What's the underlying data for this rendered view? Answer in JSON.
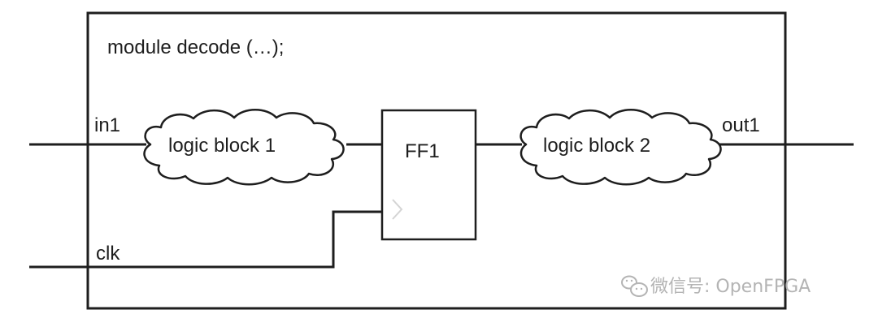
{
  "module": {
    "title": "module decode (…);"
  },
  "ports": {
    "in1": "in1",
    "out1": "out1",
    "clk": "clk"
  },
  "blocks": {
    "logic1": "logic block 1",
    "ff1": "FF1",
    "logic2": "logic block 2"
  },
  "watermark": {
    "text": "微信号: OpenFPGA",
    "icon": "wechat-icon"
  },
  "colors": {
    "stroke": "#1e1e1e",
    "fill": "#ffffff",
    "watermark": "#b4b4b4"
  }
}
